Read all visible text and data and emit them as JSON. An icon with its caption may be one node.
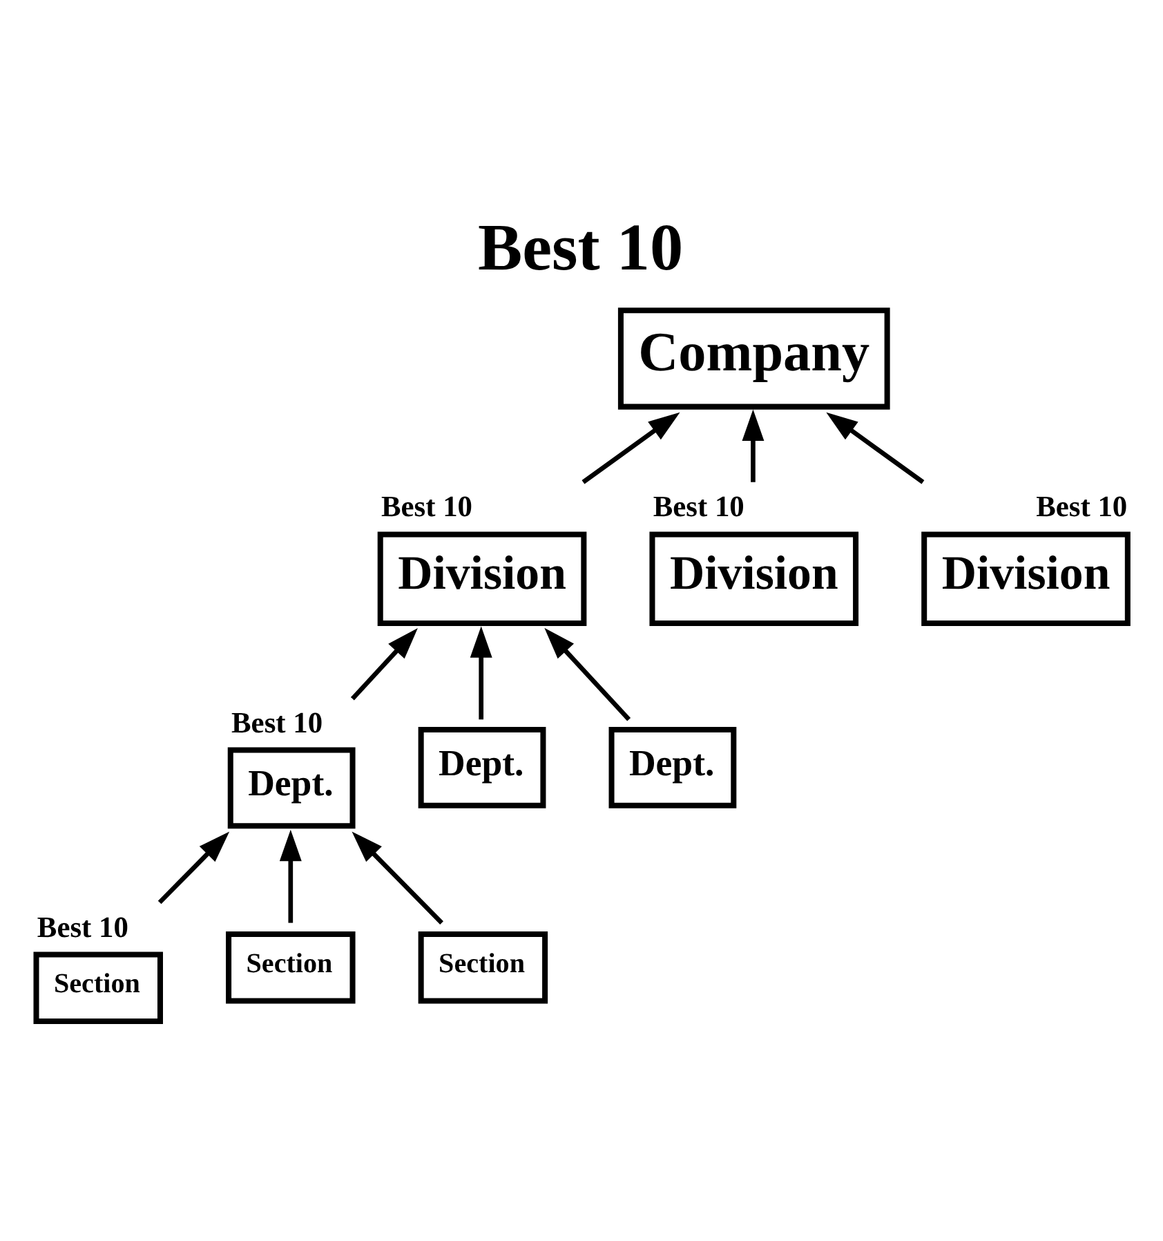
{
  "diagram": {
    "title": "Best 10",
    "nodes": [
      {
        "text": [
          "Company"
        ]
      },
      {
        "text": [
          "Division"
        ],
        "beside": [
          "Best 10"
        ]
      },
      {
        "text": [
          "Division"
        ],
        "beside": [
          "Best 10"
        ]
      },
      {
        "text": [
          "Division"
        ],
        "beside": [
          "Best 10"
        ]
      },
      {
        "text": [
          "Dept."
        ],
        "beside": [
          "Best 10"
        ]
      },
      {
        "text": [
          "Dept."
        ]
      },
      {
        "text": [
          "Dept."
        ]
      },
      {
        "text": [
          "Section"
        ],
        "beside": [
          "Best 10"
        ]
      },
      {
        "text": [
          "Section"
        ]
      },
      {
        "text": [
          "Section"
        ]
      }
    ],
    "edges": [
      {
        "from": 1,
        "to": 0,
        "arrow": "to"
      },
      {
        "from": 2,
        "to": 0,
        "arrow": "to"
      },
      {
        "from": 3,
        "to": 0,
        "arrow": "to"
      },
      {
        "from": 4,
        "to": 1,
        "arrow": "to"
      },
      {
        "from": 5,
        "to": 1,
        "arrow": "to"
      },
      {
        "from": 6,
        "to": 1,
        "arrow": "to"
      },
      {
        "from": 7,
        "to": 4,
        "arrow": "to"
      },
      {
        "from": 8,
        "to": 4,
        "arrow": "to"
      },
      {
        "from": 9,
        "to": 4,
        "arrow": "to"
      }
    ]
  }
}
